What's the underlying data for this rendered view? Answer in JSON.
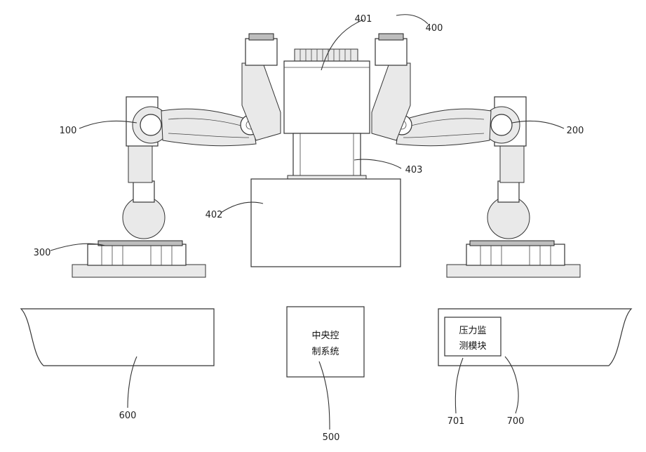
{
  "labels": {
    "n100": "100",
    "n200": "200",
    "n300": "300",
    "n400": "400",
    "n401": "401",
    "n402": "402",
    "n403": "403",
    "n500": "500",
    "n600": "600",
    "n700": "700",
    "n701": "701"
  },
  "blocks": {
    "central_control_line1": "中央控",
    "central_control_line2": "制系统",
    "pressure_module_line1": "压力监",
    "pressure_module_line2": "测模块"
  }
}
